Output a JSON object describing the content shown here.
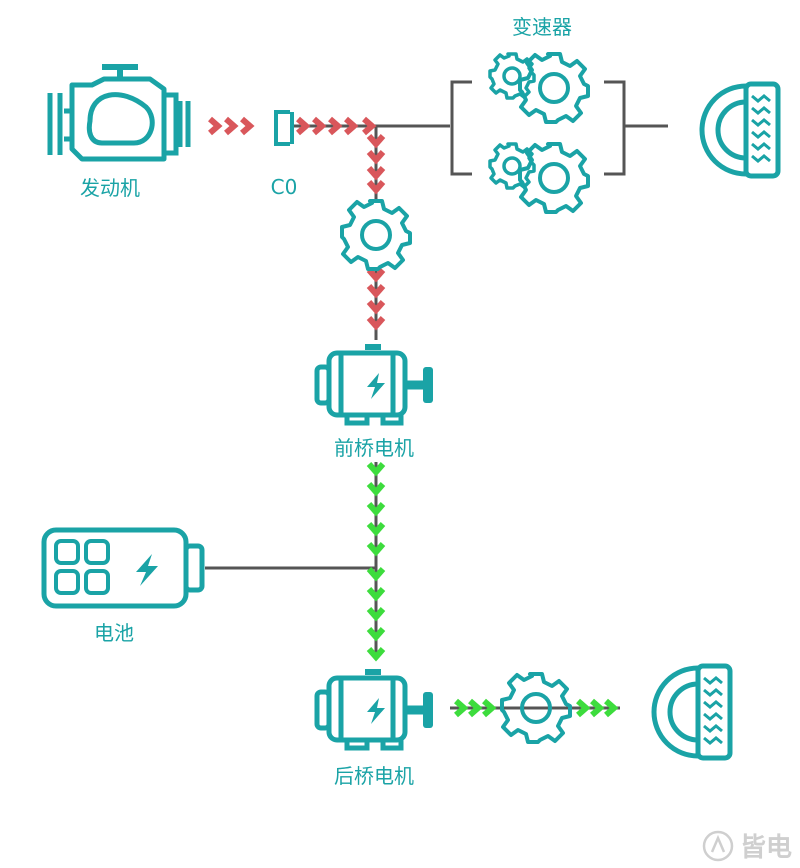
{
  "labels": {
    "engine": "发动机",
    "clutch": "C0",
    "transmission": "变速器",
    "front_motor": "前桥电机",
    "battery": "电池",
    "rear_motor": "后桥电机"
  },
  "watermark": "皆电",
  "colors": {
    "component": "#1aa3a6",
    "line": "#555555",
    "engine_flow": "#d9575b",
    "electric_flow": "#3ddc3d"
  }
}
